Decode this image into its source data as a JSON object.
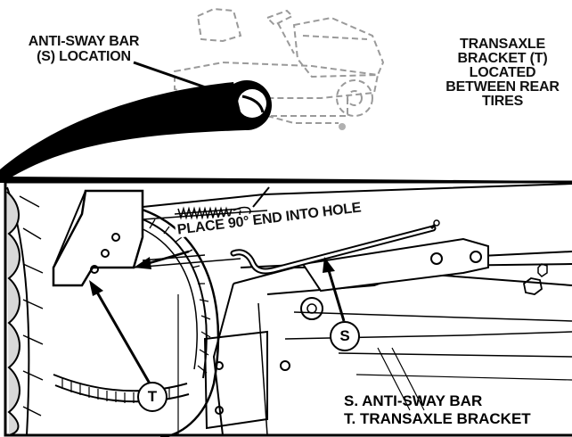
{
  "labels": {
    "anti_sway_location_line1": "ANTI-SWAY BAR",
    "anti_sway_location_line2": "(S) LOCATION",
    "transaxle_line1": "TRANSAXLE",
    "transaxle_line2": "BRACKET (T)",
    "transaxle_line3": "LOCATED",
    "transaxle_line4": "BETWEEN REAR",
    "transaxle_line5": "TIRES",
    "instruction": "PLACE 90° END INTO HOLE"
  },
  "callouts": {
    "s": "S",
    "t": "T"
  },
  "legend": {
    "s": "S. ANTI-SWAY BAR",
    "t": "T.  TRANSAXLE BRACKET"
  }
}
